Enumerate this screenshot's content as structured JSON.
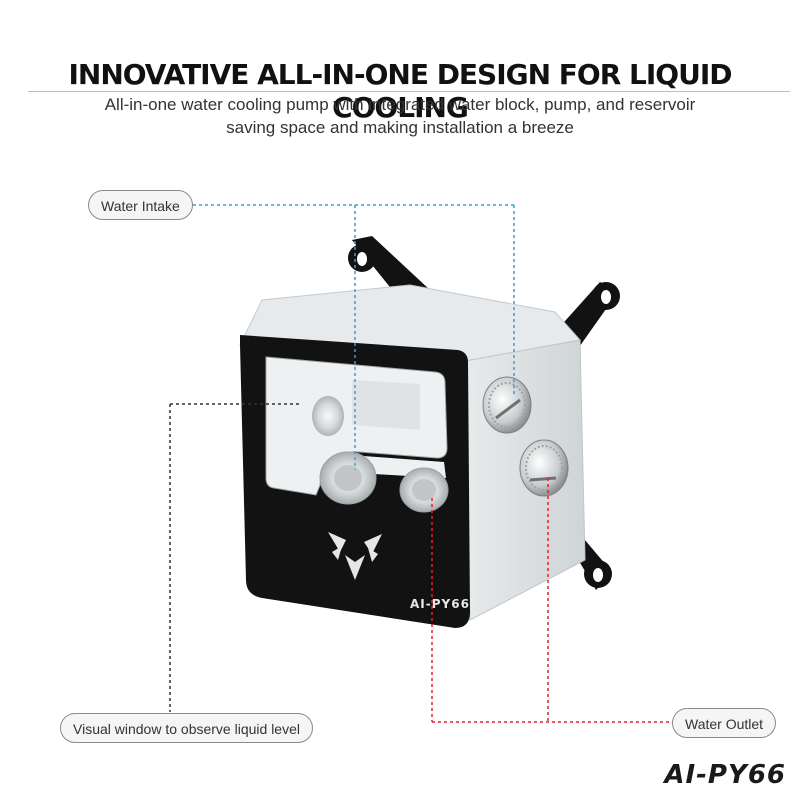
{
  "header": {
    "title": "INNOVATIVE ALL-IN-ONE DESIGN FOR LIQUID COOLING",
    "subtitle_line1": "All-in-one water cooling pump with integrated water block, pump, and reservoir",
    "subtitle_line2": "saving space and making installation a breeze"
  },
  "callouts": {
    "water_intake": "Water Intake",
    "visual_window": "Visual window to observe liquid level",
    "water_outlet": "Water Outlet"
  },
  "product": {
    "model_etching": "AI-PY66"
  },
  "brand_mark": "AI-PY66",
  "colors": {
    "intake_line": "#2aa3d9",
    "outlet_line": "#e3222b",
    "window_line": "#333333",
    "frame": "#111111"
  }
}
